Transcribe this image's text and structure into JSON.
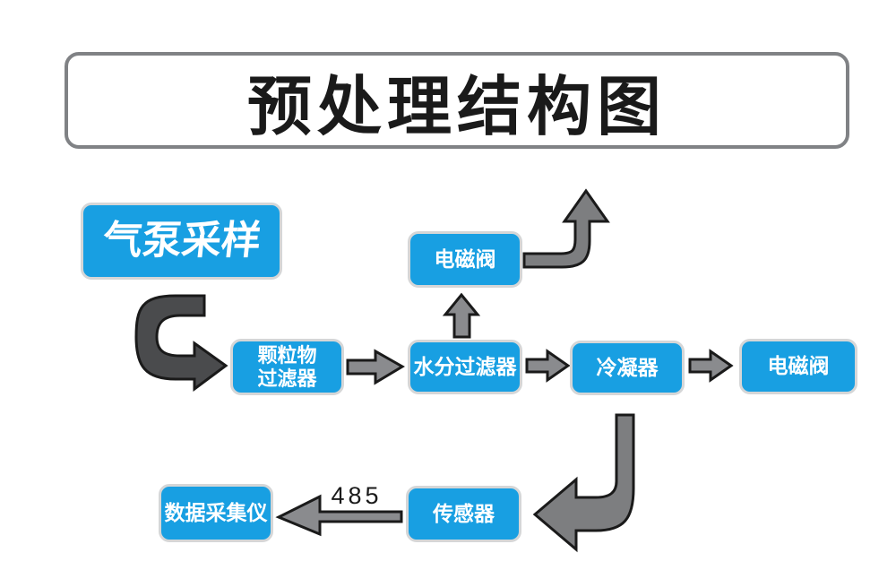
{
  "title": "预处理结构图",
  "nodes": {
    "pump": {
      "label": "气泵采样"
    },
    "particulate_filter": {
      "line1": "颗粒物",
      "line2": "过滤器"
    },
    "solenoid_top": {
      "label": "电磁阀"
    },
    "water_filter": {
      "label": "水分过滤器"
    },
    "condenser": {
      "label": "冷凝器"
    },
    "solenoid_right": {
      "label": "电磁阀"
    },
    "sensor": {
      "label": "传感器"
    },
    "data_logger": {
      "label": "数据采集仪"
    }
  },
  "annotations": {
    "bus_label": "485"
  },
  "colors": {
    "node_fill": "#189FE2",
    "node_border": "#D5D6D7",
    "node_text": "#FFFFFF",
    "title_text": "#1A1A1A",
    "title_border": "#808285",
    "arrow_outline": "#1A1A1A",
    "arrow_dark": "#4A4B4D",
    "arrow_mid": "#7D7E80",
    "arrow_light": "#8A8B8E"
  },
  "arrows": [
    {
      "name": "arrow-pump-to-particulate-filter",
      "from": "pump",
      "to": "particulate_filter",
      "shape": "u-turn-right"
    },
    {
      "name": "arrow-particulate-to-water-filter",
      "from": "particulate_filter",
      "to": "water_filter",
      "shape": "block-right"
    },
    {
      "name": "arrow-water-filter-to-solenoid-top",
      "from": "water_filter",
      "to": "solenoid_top",
      "shape": "block-up"
    },
    {
      "name": "arrow-solenoid-top-exhaust",
      "from": "solenoid_top",
      "to": "exhaust-up",
      "shape": "bend-right-up"
    },
    {
      "name": "arrow-water-filter-to-condenser",
      "from": "water_filter",
      "to": "condenser",
      "shape": "block-right"
    },
    {
      "name": "arrow-condenser-to-solenoid-right",
      "from": "condenser",
      "to": "solenoid_right",
      "shape": "block-right"
    },
    {
      "name": "arrow-condenser-to-sensor",
      "from": "condenser",
      "to": "sensor",
      "shape": "bend-down-left"
    },
    {
      "name": "arrow-sensor-to-data-logger-485",
      "from": "sensor",
      "to": "data_logger",
      "shape": "thin-left",
      "label": "485"
    }
  ]
}
